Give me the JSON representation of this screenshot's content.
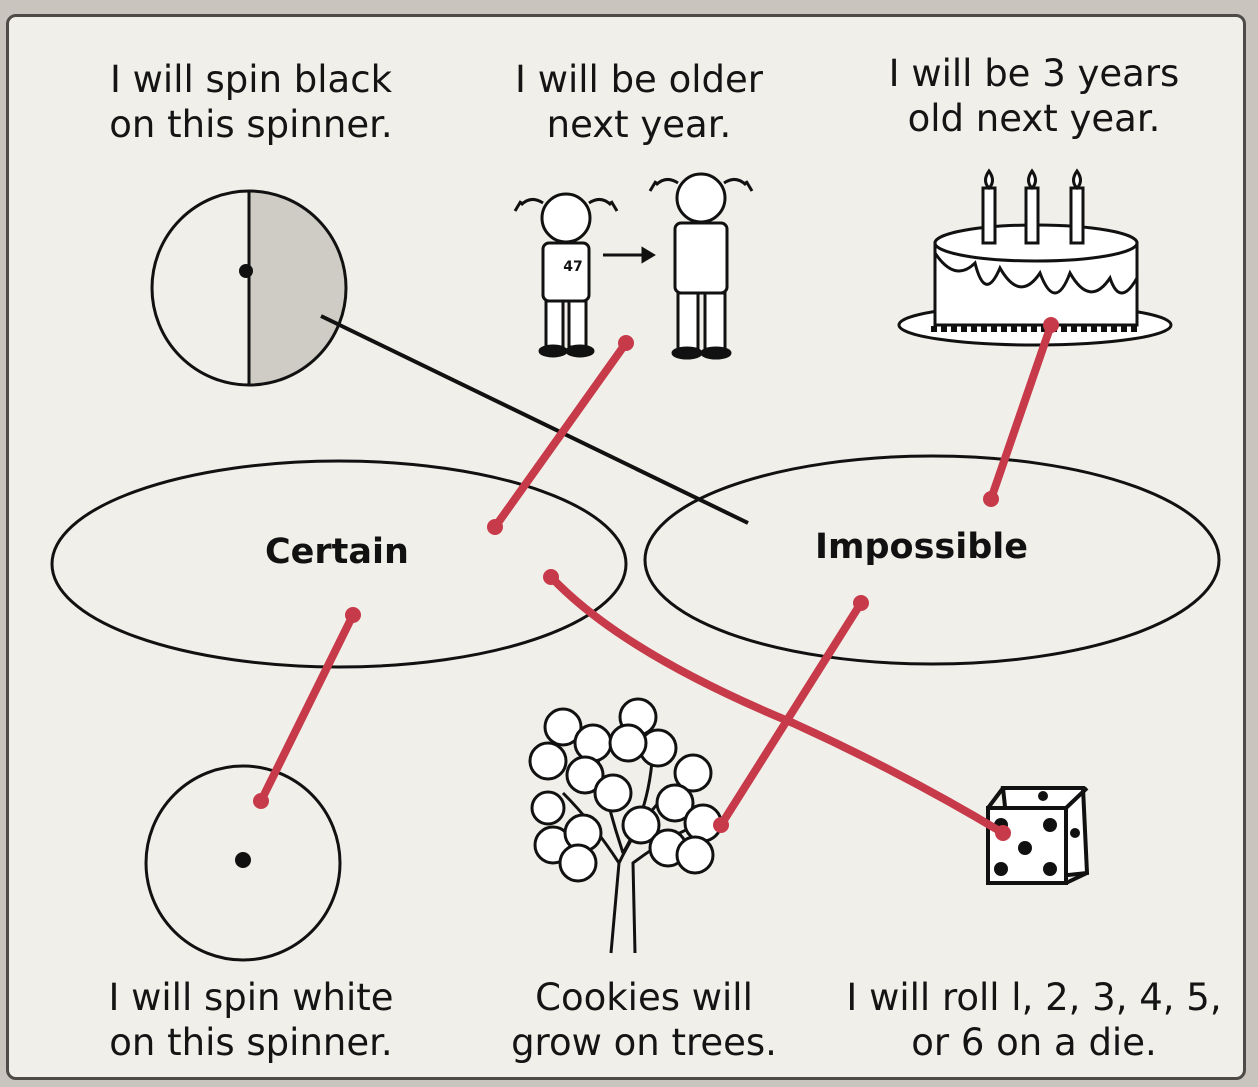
{
  "sorting_ovals": {
    "certain": "Certain",
    "impossible": "Impossible"
  },
  "cards": {
    "spin_black": {
      "line1": "I will spin black",
      "line2": "on this spinner."
    },
    "older": {
      "line1": "I will be older",
      "line2": "next year."
    },
    "three_years": {
      "line1": "I will be 3 years",
      "line2": "old next year."
    },
    "spin_white": {
      "line1": "I will spin white",
      "line2": "on this spinner."
    },
    "cookies": {
      "line1": "Cookies will",
      "line2": "grow on trees."
    },
    "die": {
      "line1": "I will roll l, 2, 3, 4, 5,",
      "line2": "or 6 on a die."
    }
  },
  "shirt_number": "47",
  "colors": {
    "marker_red": "#c73a4a",
    "ink": "#111111",
    "paper": "#f1efe9"
  }
}
